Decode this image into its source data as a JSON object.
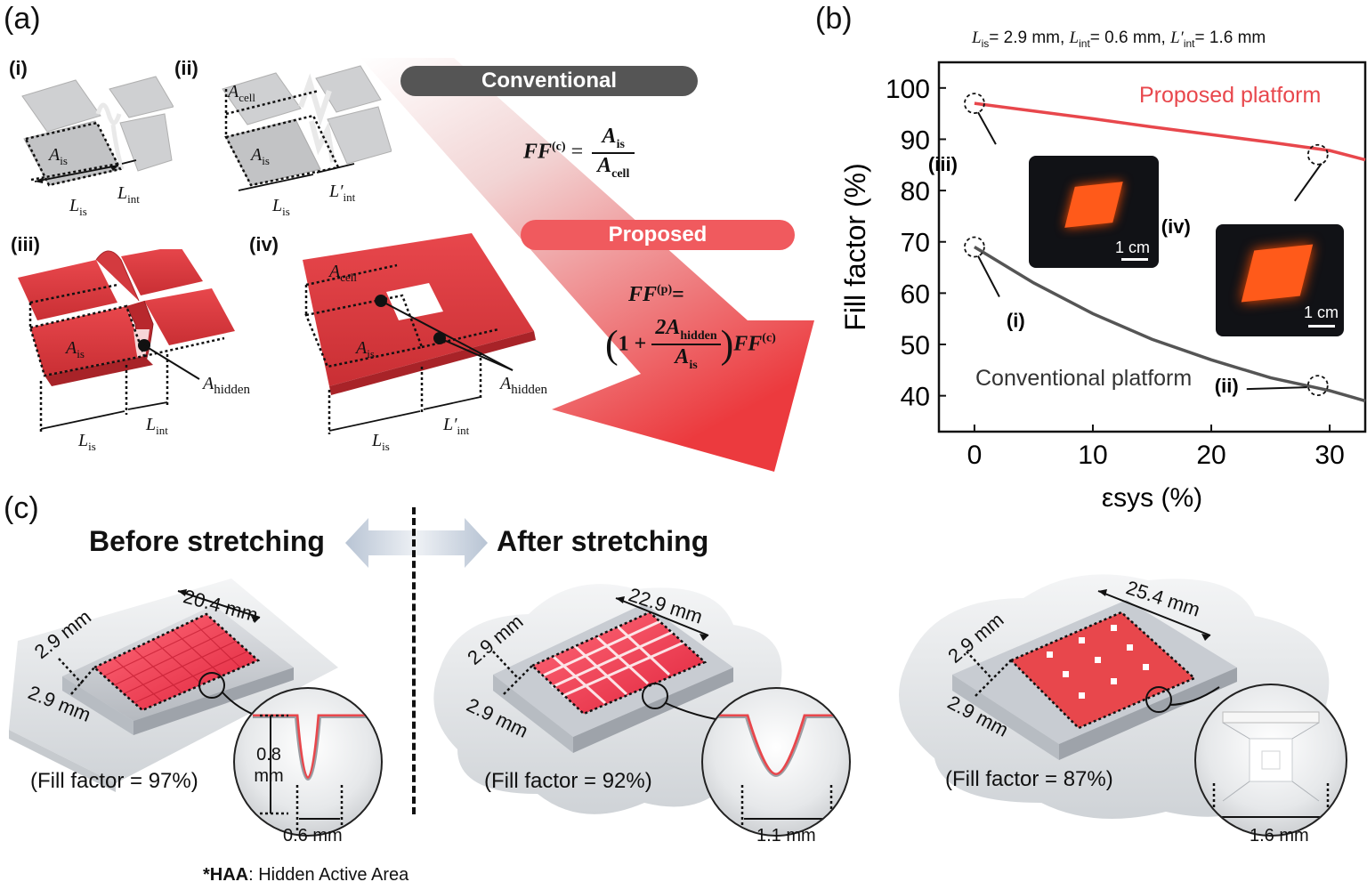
{
  "panel_a": {
    "letter": "(a)",
    "sub_i": "(i)",
    "sub_ii": "(ii)",
    "sub_iii": "(iii)",
    "sub_iv": "(iv)",
    "conventional_label": "Conventional",
    "proposed_label": "Proposed",
    "formula_conventional": "FF(c) = Ais / Acell",
    "formula_proposed": "FF(p) = (1 + 2Ahidden / Ais) FF(c)",
    "labels": {
      "A_is": "Ais",
      "A_cell": "Acell",
      "A_hidden": "Ahidden",
      "L_is": "Lis",
      "L_int": "Lint",
      "L_int_prime": "L′int"
    }
  },
  "panel_b": {
    "letter": "(b)",
    "params": "Lis= 2.9 mm, Lint= 0.6 mm, L′int= 1.6 mm",
    "photo_scale": "1 cm",
    "markers": [
      "(i)",
      "(ii)",
      "(iii)",
      "(iv)"
    ]
  },
  "chart_data": {
    "type": "line",
    "xlabel": "εsys (%)",
    "ylabel": "Fill factor (%)",
    "xlim": [
      -3,
      33
    ],
    "ylim": [
      33,
      105
    ],
    "xticks": [
      0,
      10,
      20,
      30
    ],
    "yticks": [
      40,
      50,
      60,
      70,
      80,
      90,
      100
    ],
    "grid": false,
    "series": [
      {
        "name": "Proposed platform",
        "color": "#e8474c",
        "x": [
          0,
          5,
          10,
          15,
          20,
          25,
          30,
          33
        ],
        "y": [
          97,
          95.5,
          94,
          92.4,
          90.9,
          89.4,
          87.8,
          86
        ]
      },
      {
        "name": "Conventional platform",
        "color": "#555555",
        "x": [
          0,
          5,
          10,
          15,
          20,
          25,
          30,
          33
        ],
        "y": [
          69,
          62,
          56,
          51,
          47,
          43.5,
          41,
          39
        ]
      }
    ],
    "annotations": [
      {
        "label": "(iii)",
        "x": 0,
        "y": 97
      },
      {
        "label": "(iv)",
        "x": 29,
        "y": 87
      },
      {
        "label": "(i)",
        "x": 0,
        "y": 69
      },
      {
        "label": "(ii)",
        "x": 29,
        "y": 42
      }
    ]
  },
  "panel_c": {
    "letter": "(c)",
    "before_title": "Before stretching",
    "after_title": "After stretching",
    "left": {
      "top_dim": "20.4 mm",
      "side_dim_a": "2.9 mm",
      "side_dim_b": "2.9 mm",
      "fill_factor": "(Fill factor = 97%)",
      "inset_height": "0.8 mm",
      "inset_width": "0.6 mm"
    },
    "middle": {
      "top_dim": "22.9 mm",
      "side_dim_a": "2.9 mm",
      "side_dim_b": "2.9 mm",
      "fill_factor": "(Fill factor = 92%)",
      "inset_width": "1.1 mm"
    },
    "right": {
      "top_dim": "25.4 mm",
      "side_dim_a": "2.9 mm",
      "side_dim_b": "2.9 mm",
      "fill_factor": "(Fill factor = 87%)",
      "inset_width": "1.6 mm"
    },
    "footnote_bold": "*HAA",
    "footnote_rest": ": Hidden Active Area"
  },
  "colors": {
    "red": "#e8474c",
    "dark_gray": "#4a4a4a",
    "pill_gray": "#555555",
    "pill_red": "#f05a5e"
  }
}
